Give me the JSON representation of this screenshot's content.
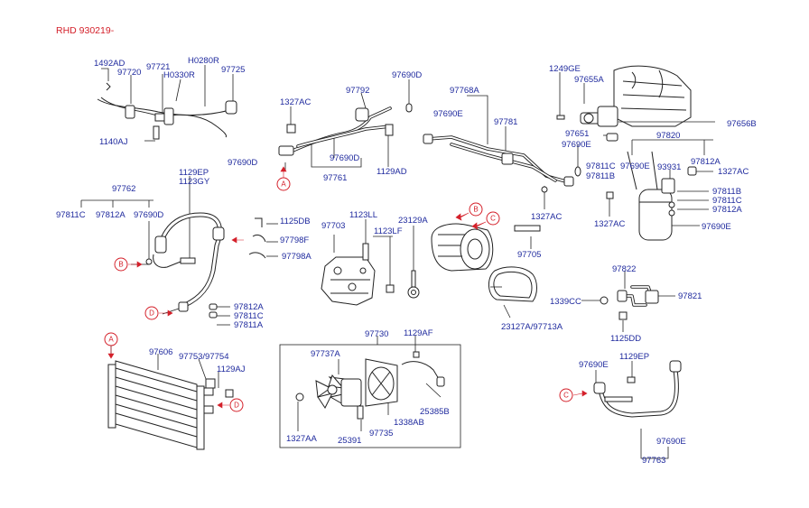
{
  "header": "RHD 930219-",
  "labels": {
    "l1492AD": "1492AD",
    "l97720": "97720",
    "l97721": "97721",
    "lH0280R": "H0280R",
    "lH0330R": "H0330R",
    "l97725": "97725",
    "l1140AJ": "1140AJ",
    "l97690D_top": "97690D",
    "l1327AC_a": "1327AC",
    "l97792": "97792",
    "l97690D_b": "97690D",
    "l97690D_c": "97690D",
    "l97761": "97761",
    "l1129AD": "1129AD",
    "l97768A": "97768A",
    "l97690E_a": "97690E",
    "l97781": "97781",
    "l1249GE": "1249GE",
    "l97655A": "97655A",
    "l97656B": "97656B",
    "l97651": "97651",
    "l97690E_b": "97690E",
    "l97820": "97820",
    "l97811C_a": "97811C",
    "l97811B_a": "97811B",
    "l97690E_c": "97690E",
    "l97812A_a": "97812A",
    "l93931": "93931",
    "l1327AC_b": "1327AC",
    "l97811B_b": "97811B",
    "l97811C_b": "97811C",
    "l97812A_b": "97812A",
    "l1327AC_c": "1327AC",
    "l97690E_d": "97690E",
    "l1327AC_d": "1327AC",
    "l1129EP_a": "1129EP",
    "l1123GY": "1123GY",
    "l97762": "97762",
    "l97811C_c": "97811C",
    "l97812A_c": "97812A",
    "l97690D_d": "97690D",
    "l1125DB": "1125DB",
    "l97798F": "97798F",
    "l97798A": "97798A",
    "l1123LL": "1123LL",
    "l97703": "97703",
    "l1123LF": "1123LF",
    "l23129A": "23129A",
    "l97705": "97705",
    "l97812A_d": "97812A",
    "l97811C_d": "97811C",
    "l97811A": "97811A",
    "l23127A": "23127A/97713A",
    "l97822": "97822",
    "l1339CC": "1339CC",
    "l97821": "97821",
    "l1125DD": "1125DD",
    "l97606": "97606",
    "l97753": "97753/97754",
    "l1129AJ": "1129AJ",
    "l97730": "97730",
    "l1129AF": "1129AF",
    "l97737A": "97737A",
    "l25385B": "25385B",
    "l1338AB": "1338AB",
    "l97735": "97735",
    "l25391": "25391",
    "l1327AA": "1327AA",
    "l97690E_e": "97690E",
    "l1129EP_b": "1129EP",
    "l97690E_f": "97690E",
    "l97763": "97763"
  },
  "refs": {
    "A": "A",
    "B": "B",
    "C": "C",
    "D": "D"
  },
  "colors": {
    "label": "#1f2a9e",
    "reference": "#d4202a",
    "line": "#222222"
  }
}
